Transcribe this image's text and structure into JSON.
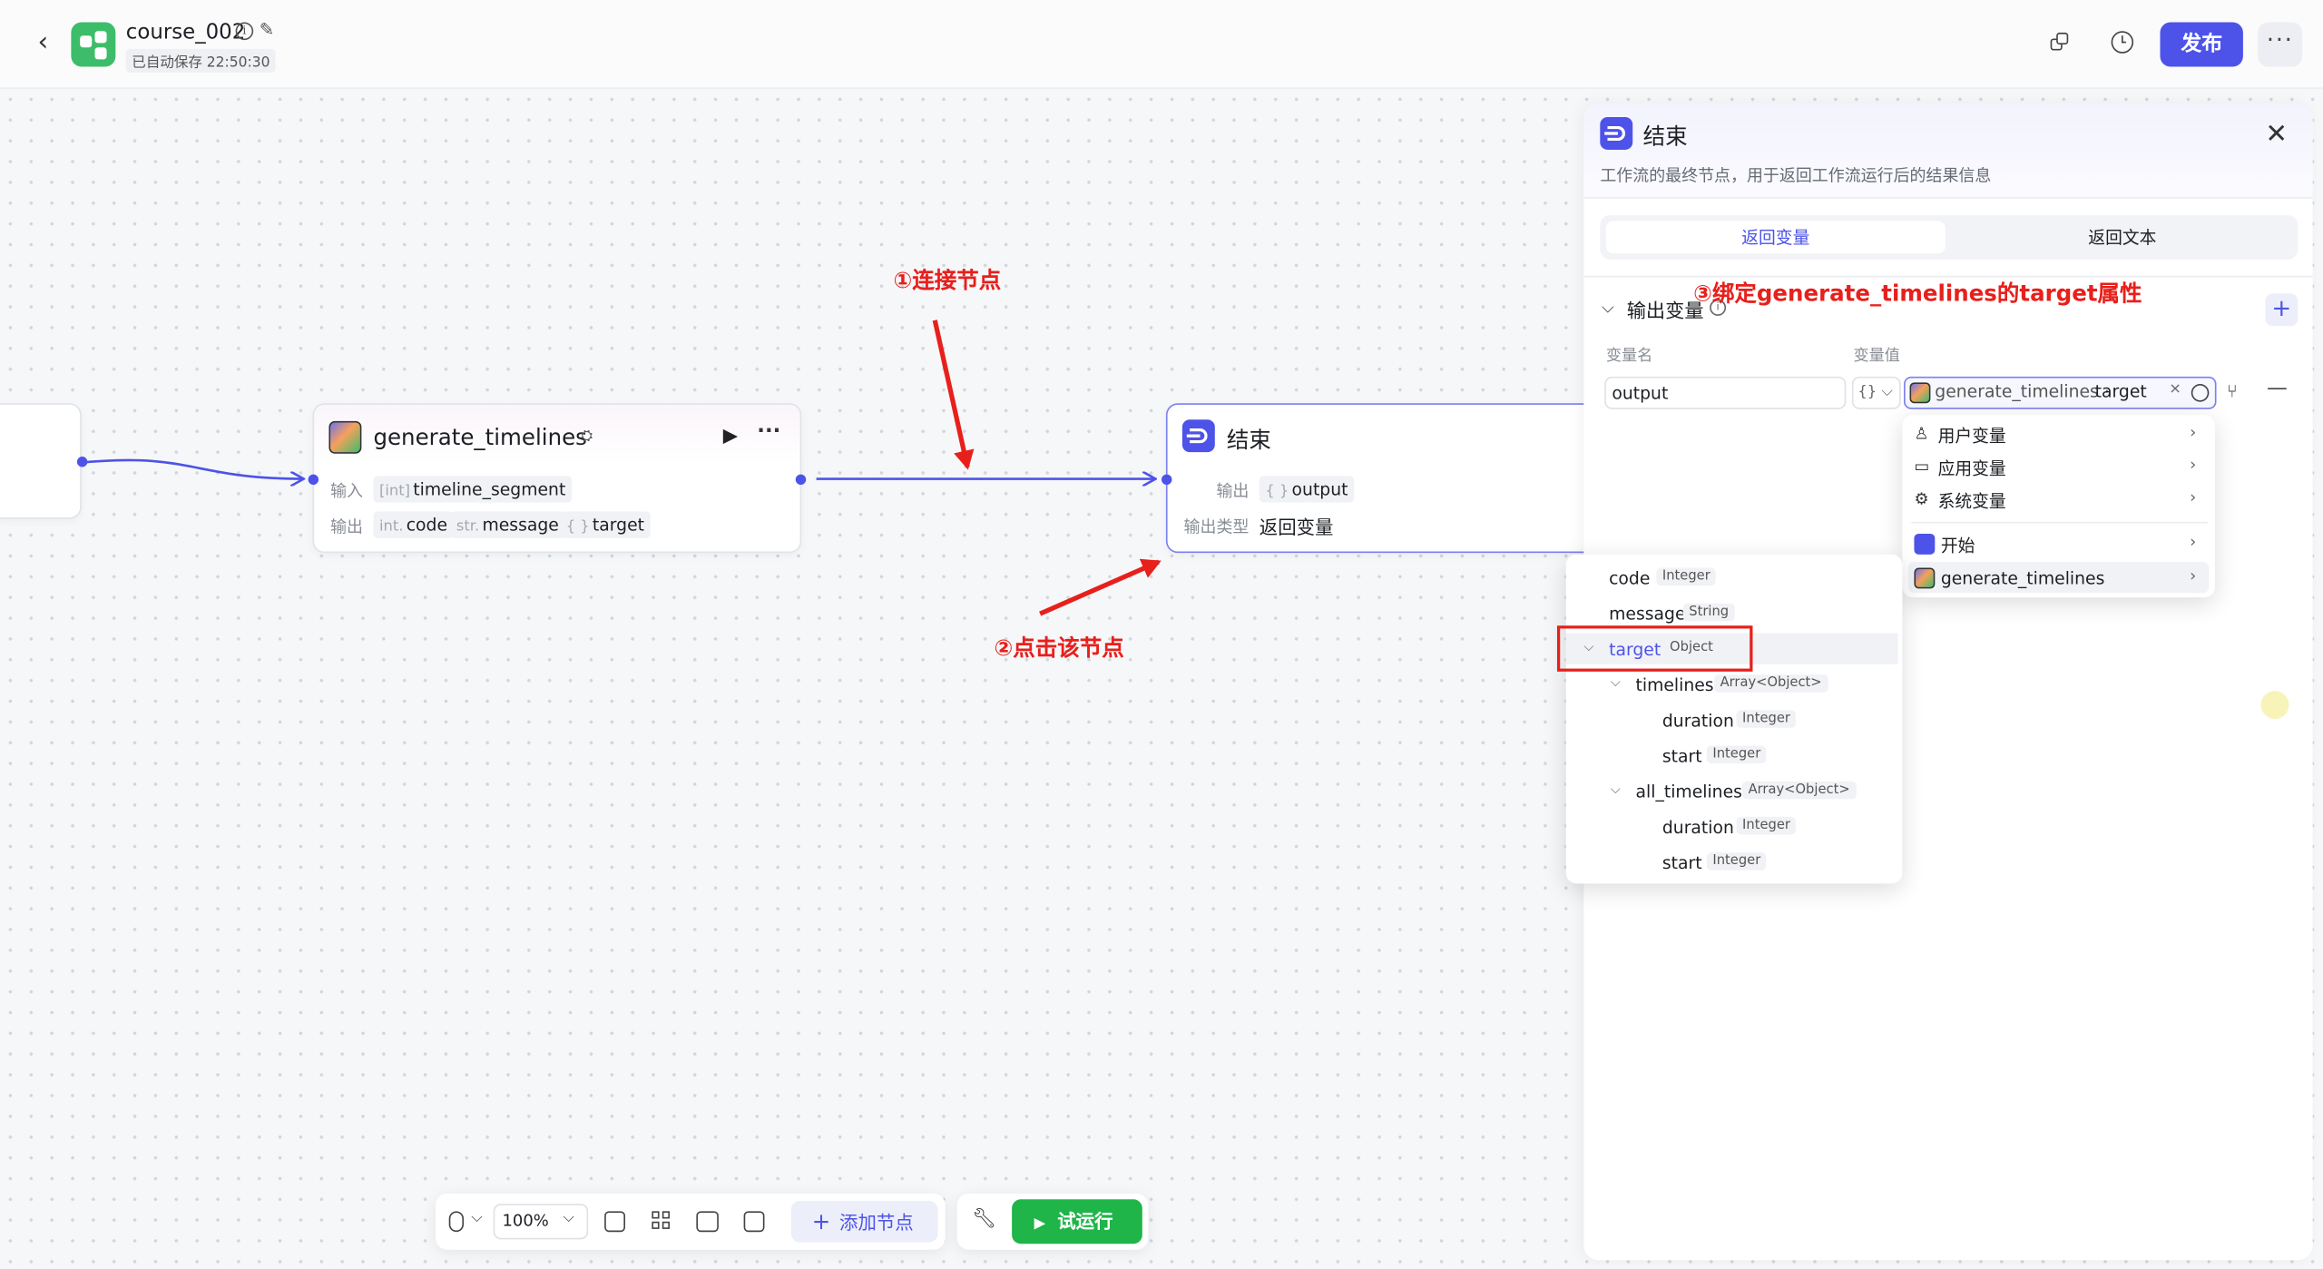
{
  "header": {
    "app_title": "course_002",
    "save_status": "已自动保存 22:50:30",
    "publish_label": "发布",
    "more_label": "···"
  },
  "nodes": {
    "generate_timelines": {
      "title": "generate_timelines",
      "input_label": "输入",
      "output_label": "输出",
      "inputs": [
        {
          "type": "[int]",
          "name": "timeline_segment"
        }
      ],
      "outputs": [
        {
          "type": "int.",
          "name": "code"
        },
        {
          "type": "str.",
          "name": "message"
        },
        {
          "type": "{ }",
          "name": "target"
        }
      ]
    },
    "end": {
      "title": "结束",
      "output_label": "输出",
      "output_type": "{ }",
      "output_name": "output",
      "output_type_label": "输出类型",
      "output_type_value": "返回变量"
    }
  },
  "annotations": {
    "step1": "①连接节点",
    "step2": "②点击该节点",
    "step3": "③绑定generate_timelines的target属性"
  },
  "panel": {
    "title": "结束",
    "description": "工作流的最终节点，用于返回工作流运行后的结果信息",
    "tabs": [
      "返回变量",
      "返回文本"
    ],
    "active_tab": "返回变量",
    "section_title": "输出变量",
    "col_name": "变量名",
    "col_value": "变量值",
    "var_name": "output",
    "type_select": "{}",
    "ref_node": "generate_timelines",
    "ref_sep": "·",
    "ref_attr": "target",
    "clear_icon": "×"
  },
  "var_menu": {
    "items": [
      "用户变量",
      "应用变量",
      "系统变量"
    ],
    "nodes": [
      "开始",
      "generate_timelines"
    ],
    "highlighted": "generate_timelines"
  },
  "field_menu": {
    "items": [
      {
        "name": "code",
        "type": "Integer"
      },
      {
        "name": "message",
        "type": "String"
      },
      {
        "name": "target",
        "type": "Object"
      },
      {
        "name": "timelines",
        "type": "Array<Object>"
      },
      {
        "name": "duration",
        "type": "Integer"
      },
      {
        "name": "start",
        "type": "Integer"
      },
      {
        "name": "all_timelines",
        "type": "Array<Object>"
      },
      {
        "name": "duration",
        "type": "Integer"
      },
      {
        "name": "start",
        "type": "Integer"
      }
    ],
    "selected": "target"
  },
  "toolbar": {
    "zoom": "100%",
    "add_node_label": "添加节点",
    "run_label": "试运行"
  },
  "colors": {
    "accent": "#4d53e8",
    "run_green": "#1fb548",
    "annotation_red": "#e7201c",
    "logo_green": "#3dbd6a"
  }
}
